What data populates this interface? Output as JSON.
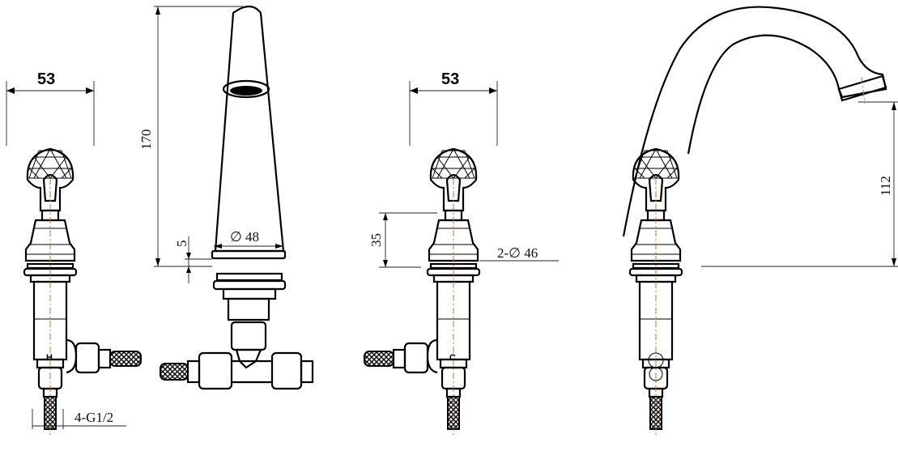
{
  "drawing": {
    "hot_handle": {
      "width_label": "53",
      "marker": "H",
      "thread_label": "4-G1/2"
    },
    "spout_front": {
      "height_label": "170",
      "gap_label": "5",
      "diameter_label": "∅ 48"
    },
    "cold_handle": {
      "width_label": "53",
      "marker": "C",
      "height_label": "35",
      "diameter_label": "2-∅ 46"
    },
    "spout_side": {
      "height_label": "112"
    }
  }
}
